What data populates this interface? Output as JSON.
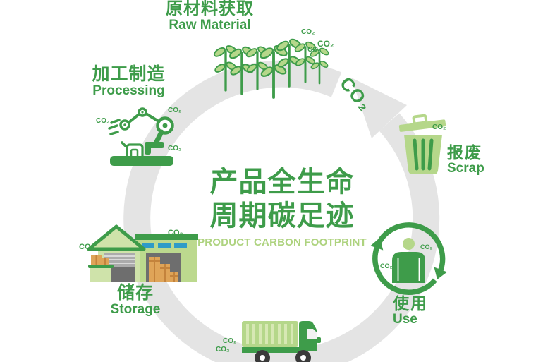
{
  "center": {
    "title_line1": "产品全生命",
    "title_line2": "周期碳足迹",
    "subtitle": "PRODUCT CARBON FOOTPRINT"
  },
  "labels": {
    "co2": "CO₂"
  },
  "stages": [
    {
      "key": "raw-material",
      "zh": "原材料获取",
      "en": "Raw Material",
      "icon": "sprouts-icon"
    },
    {
      "key": "processing",
      "zh": "加工制造",
      "en": "Processing",
      "icon": "robot-arm-icon"
    },
    {
      "key": "storage",
      "zh": "储存",
      "en": "Storage",
      "icon": "warehouse-icon"
    },
    {
      "key": "use",
      "zh": "使用",
      "en": "Use",
      "icon": "person-recycle-icon"
    },
    {
      "key": "scrap",
      "zh": "报废",
      "en": "Scrap",
      "icon": "trash-bin-icon"
    }
  ],
  "icons": [
    "sprouts-icon",
    "robot-arm-icon",
    "warehouse-icon",
    "truck-icon",
    "person-recycle-icon",
    "trash-bin-icon",
    "cycle-arrow-icon"
  ],
  "colors": {
    "green_dark": "#3e9c4a",
    "green_light": "#b5d78a",
    "green_pale": "#cfe3aa",
    "subtitle_green": "#aed37f",
    "ring_gray": "#e4e4e4",
    "window_blue": "#2f9bc8",
    "box_orange": "#dfa458",
    "box_tape": "#c4833c",
    "door_gray": "#ababab",
    "opening_gray": "#6e6e6e",
    "wheel_dark": "#3a3a3a"
  }
}
